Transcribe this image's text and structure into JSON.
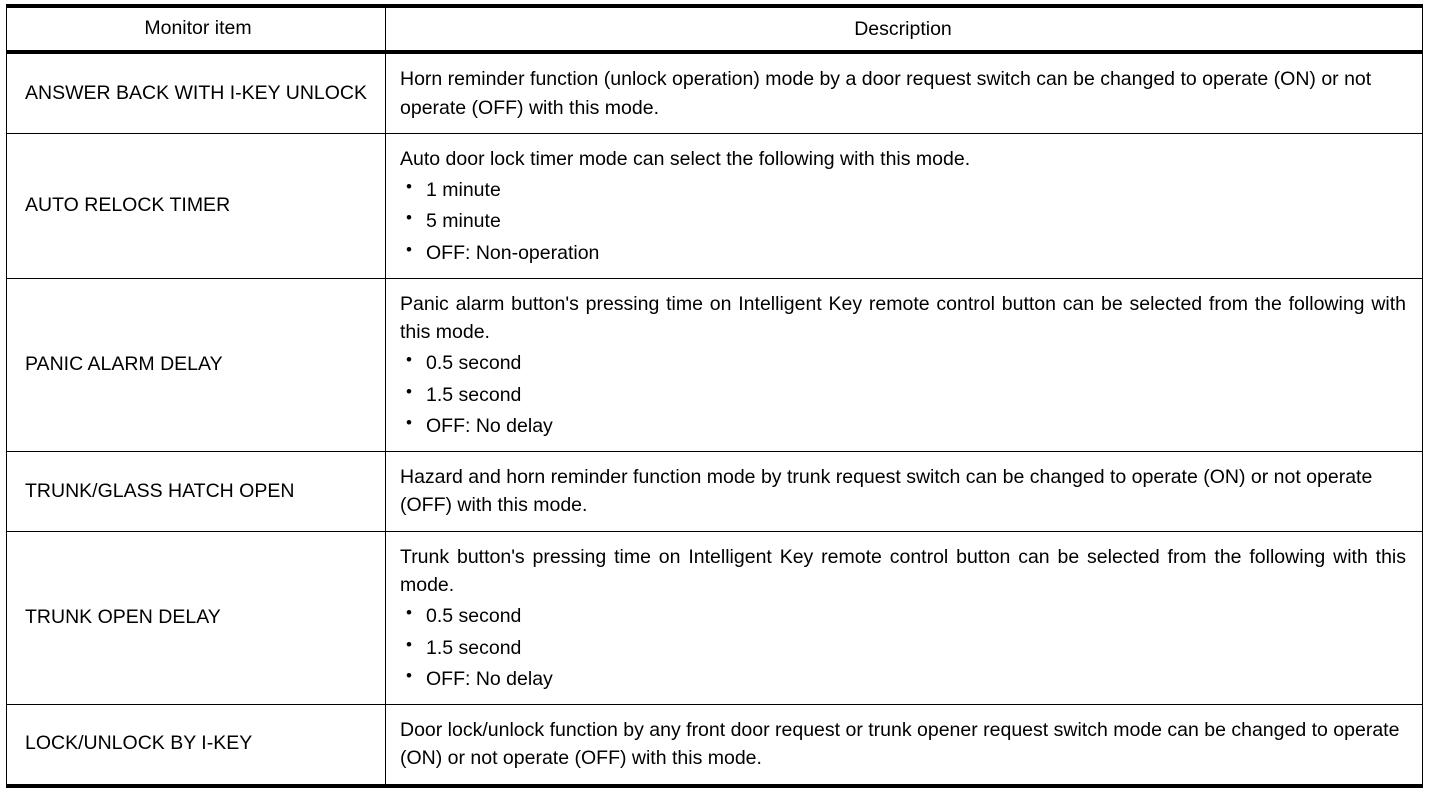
{
  "table": {
    "columns": [
      {
        "key": "monitor_item",
        "header": "Monitor item"
      },
      {
        "key": "description",
        "header": "Description"
      }
    ],
    "rows": [
      {
        "monitor_item": "ANSWER BACK WITH I-KEY UNLOCK",
        "description_lead": "Horn reminder function (unlock operation) mode by a door request switch can be changed to operate (ON) or not operate (OFF) with this mode.",
        "bullets": []
      },
      {
        "monitor_item": "AUTO RELOCK TIMER",
        "description_lead": "Auto door lock timer mode can select the following with this mode.",
        "bullets": [
          "1 minute",
          "5 minute",
          "OFF: Non-operation"
        ]
      },
      {
        "monitor_item": "PANIC ALARM DELAY",
        "description_lead": "Panic alarm button's pressing time on Intelligent Key remote control button can be selected from the following with this mode.",
        "bullets": [
          "0.5 second",
          "1.5 second",
          "OFF: No delay"
        ]
      },
      {
        "monitor_item": "TRUNK/GLASS HATCH OPEN",
        "description_lead": "Hazard and horn reminder function mode by trunk request switch can be changed to operate (ON) or not operate (OFF) with this mode.",
        "bullets": []
      },
      {
        "monitor_item": "TRUNK OPEN DELAY",
        "description_lead": "Trunk button's pressing time on Intelligent Key remote control button can be selected from the following with this mode.",
        "bullets": [
          "0.5 second",
          "1.5 second",
          "OFF: No delay"
        ]
      },
      {
        "monitor_item": "LOCK/UNLOCK BY I-KEY",
        "description_lead": "Door lock/unlock function by any front door request or trunk opener request switch mode can be changed to operate (ON) or not operate (OFF) with this mode.",
        "bullets": []
      }
    ]
  },
  "style": {
    "text_color": "#000000",
    "background_color": "#ffffff",
    "rule_color": "#000000"
  }
}
